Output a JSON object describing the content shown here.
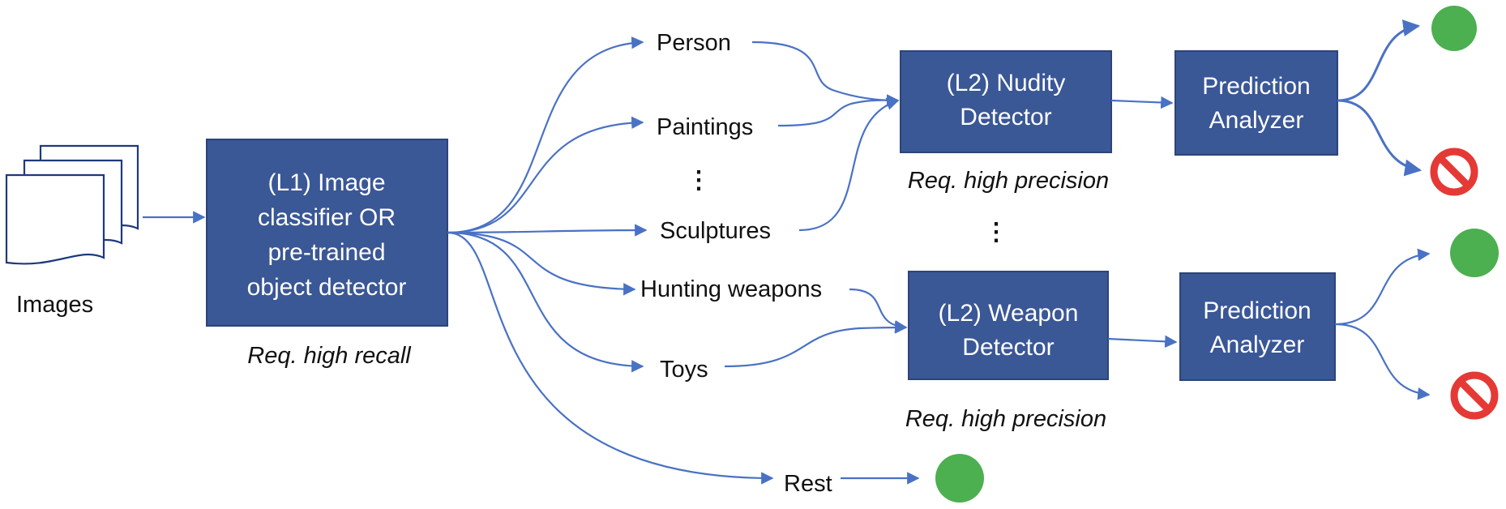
{
  "input": {
    "label": "Images"
  },
  "l1": {
    "lines": [
      "(L1) Image",
      "classifier OR",
      "pre-trained",
      "object detector"
    ],
    "note": "Req. high recall"
  },
  "categories": {
    "person": "Person",
    "paintings": "Paintings",
    "sculptures": "Sculptures",
    "hunting_weapons": "Hunting weapons",
    "toys": "Toys",
    "rest": "Rest",
    "ellipsis": "⋮"
  },
  "l2_nudity": {
    "lines": [
      "(L2) Nudity",
      "Detector"
    ],
    "note": "Req. high precision"
  },
  "l2_weapon": {
    "lines": [
      "(L2) Weapon",
      "Detector"
    ],
    "note": "Req. high precision"
  },
  "middle_ellipsis": "⋮",
  "analyzer_top": {
    "lines": [
      "Prediction",
      "Analyzer"
    ]
  },
  "analyzer_bottom": {
    "lines": [
      "Prediction",
      "Analyzer"
    ]
  },
  "outcomes": {
    "allow_icon": "green-circle-icon",
    "block_icon": "prohibited-icon",
    "colors": {
      "allow": "#4caf50",
      "block": "#e53935",
      "box": "#3a5796",
      "arrow": "#4a72c4"
    }
  }
}
